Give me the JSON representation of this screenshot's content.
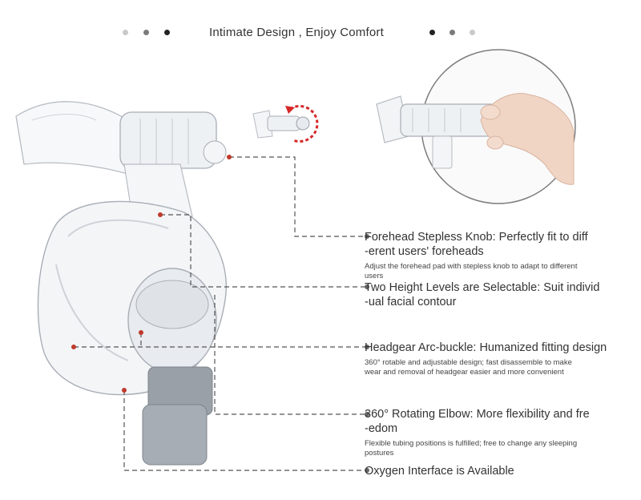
{
  "header": {
    "title": "Intimate Design , Enjoy Comfort",
    "dot_colors": [
      "#c9c9c9",
      "#7a7a7a",
      "#222222",
      "#222222",
      "#7a7a7a",
      "#c9c9c9"
    ]
  },
  "features": [
    {
      "title_line1": "Forehead Stepless Knob: Perfectly fit to diff",
      "title_line2": "-erent users' foreheads",
      "desc_line1": "Adjust the forehead pad with stepless knob to adapt to different",
      "desc_line2": "users"
    },
    {
      "title_line1": "Two Height Levels are Selectable: Suit individ",
      "title_line2": "-ual facial contour"
    },
    {
      "title_line1": "Headgear Arc-buckle: Humanized fitting design",
      "desc_line1": "360° rotable and adjustable design; fast disassemble to make",
      "desc_line2": "wear and removal of headgear easier and more convenient"
    },
    {
      "title_line1": "360° Rotating Elbow: More flexibility and fre",
      "title_line2": "-edom",
      "desc_line1": "Flexible tubing positions is fulfilled; free to change any sleeping",
      "desc_line2": "postures"
    },
    {
      "title_line1": "Oxygen Interface is Available"
    }
  ],
  "colors": {
    "marker_red": "#c0392b",
    "leader_line": "#555555",
    "rotate_arrow": "#d62828",
    "mask_outline": "#b8bcc2",
    "elbow_gray": "#9aa0a8"
  }
}
